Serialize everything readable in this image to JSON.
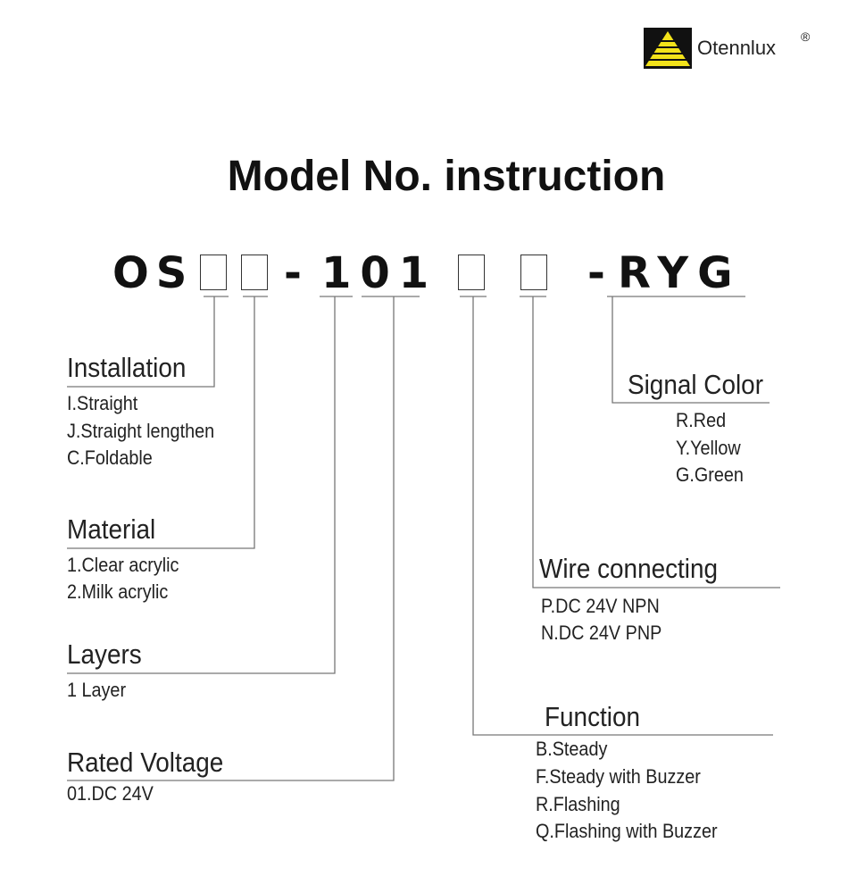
{
  "brand": {
    "name": "Otennlux",
    "registered": "®"
  },
  "title": "Model No. instruction",
  "model_code": {
    "prefix": "OS",
    "dash1": "-",
    "series": "101",
    "dash2": "-",
    "suffix": "RYG"
  },
  "sections": {
    "installation": {
      "heading": "Installation",
      "options": [
        "I.Straight",
        "J.Straight lengthen",
        "C.Foldable"
      ]
    },
    "material": {
      "heading": "Material",
      "options": [
        "1.Clear acrylic",
        "2.Milk acrylic"
      ]
    },
    "layers": {
      "heading": "Layers",
      "options": [
        "1 Layer"
      ]
    },
    "rated_voltage": {
      "heading": "Rated Voltage",
      "options": [
        "01.DC 24V"
      ]
    },
    "signal_color": {
      "heading": "Signal Color",
      "options": [
        "R.Red",
        "Y.Yellow",
        "G.Green"
      ]
    },
    "wire_connecting": {
      "heading": "Wire connecting",
      "options": [
        "P.DC 24V NPN",
        "N.DC 24V PNP"
      ]
    },
    "function": {
      "heading": "Function",
      "options": [
        "B.Steady",
        "F.Steady with Buzzer",
        "R.Flashing",
        "Q.Flashing with Buzzer"
      ]
    }
  }
}
